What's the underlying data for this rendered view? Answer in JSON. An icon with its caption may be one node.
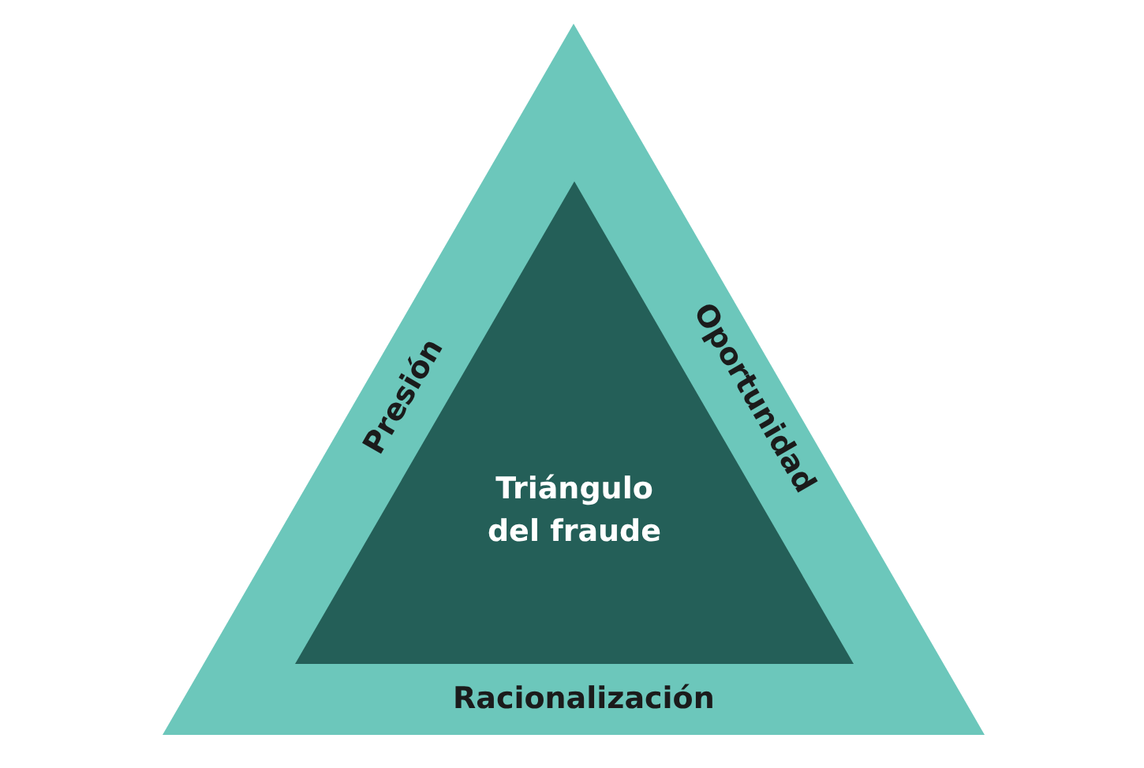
{
  "diagram": {
    "nodes": [
      {
        "text": [
          "Presión",
          "Oportunidad",
          "Racionalización"
        ]
      },
      {
        "text": [
          "Triángulo del fraude"
        ],
        "in": 0
      }
    ]
  }
}
